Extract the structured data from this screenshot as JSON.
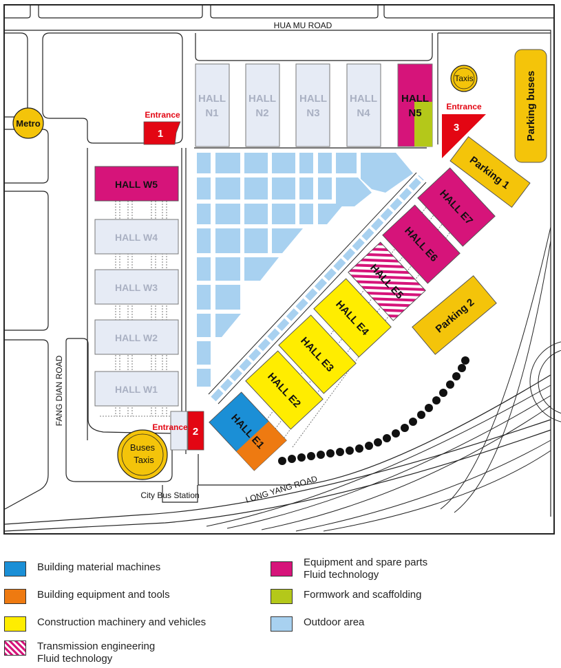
{
  "roads": {
    "north": "HUA MU ROAD",
    "west": "FANG DIAN ROAD",
    "south": "LONG YANG ROAD"
  },
  "halls": {
    "n1": [
      "HALL",
      "N1"
    ],
    "n2": [
      "HALL",
      "N2"
    ],
    "n3": [
      "HALL",
      "N3"
    ],
    "n4": [
      "HALL",
      "N4"
    ],
    "n5": [
      "HALL",
      "N5"
    ],
    "w1": "HALL W1",
    "w2": "HALL W2",
    "w3": "HALL W3",
    "w4": "HALL W4",
    "w5": "HALL W5",
    "e1": "HALL E1",
    "e2": "HALL E2",
    "e3": "HALL E3",
    "e4": "HALL E4",
    "e5": "HALL E5",
    "e6": "HALL E6",
    "e7": "HALL E7"
  },
  "entrances": {
    "label": "Entrance",
    "e1": "1",
    "e2": "2",
    "e3": "3"
  },
  "places": {
    "metro": "Metro",
    "taxis": "Taxis",
    "buses": "Buses",
    "buses_taxis": "Taxis",
    "parking_buses": "Parking buses",
    "parking1": "Parking 1",
    "parking2": "Parking 2",
    "city_bus_station": "City Bus Station"
  },
  "colors": {
    "blue": "#1b8fd6",
    "orange": "#ee7a11",
    "yellow": "#ffed00",
    "magenta": "#d6147a",
    "green": "#b4c81a",
    "outdoor": "#a8d1f0",
    "hall_grey": "#e6ebf5",
    "red": "#e30613",
    "gold": "#f4c40a"
  },
  "legend": [
    {
      "color": "#1b8fd6",
      "lines": [
        "Building material machines"
      ]
    },
    {
      "color": "#ee7a11",
      "lines": [
        "Building equipment and tools"
      ]
    },
    {
      "color": "#ffed00",
      "lines": [
        "Construction machinery and vehicles"
      ]
    },
    {
      "color": "hatch",
      "lines": [
        "Transmission engineering",
        "Fluid technology"
      ]
    },
    {
      "color": "#d6147a",
      "lines": [
        "Equipment and spare parts",
        "Fluid technology"
      ]
    },
    {
      "color": "#b4c81a",
      "lines": [
        "Formwork and scaffolding"
      ]
    },
    {
      "color": "#a8d1f0",
      "lines": [
        "Outdoor area"
      ]
    }
  ]
}
